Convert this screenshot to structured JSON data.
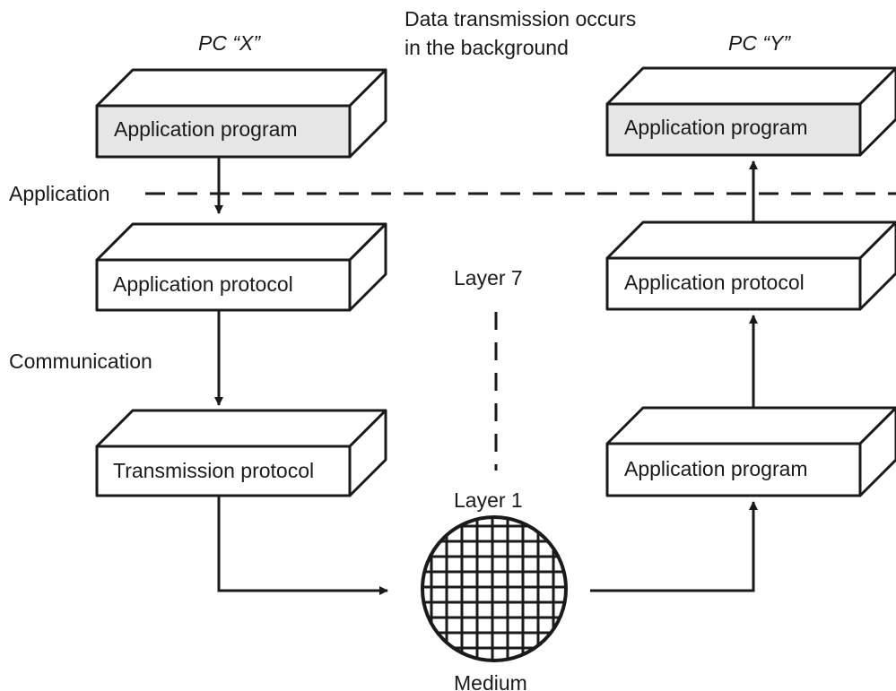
{
  "left_pc": {
    "title": "PC “X”",
    "boxes": [
      "Application program",
      "Application protocol",
      "Transmission protocol"
    ]
  },
  "right_pc": {
    "title": "PC “Y”",
    "boxes": [
      "Application program",
      "Application protocol",
      "Application program"
    ]
  },
  "labels": {
    "background_note_line1": "Data transmission occurs",
    "background_note_line2": "in the background",
    "application": "Application",
    "communication": "Communication",
    "layer_top": "Layer 7",
    "layer_bottom": "Layer 1",
    "medium": "Medium"
  },
  "colors": {
    "line": "#1a1a1a",
    "highlight_fill": "#e6e6e6",
    "box_fill": "#ffffff"
  }
}
